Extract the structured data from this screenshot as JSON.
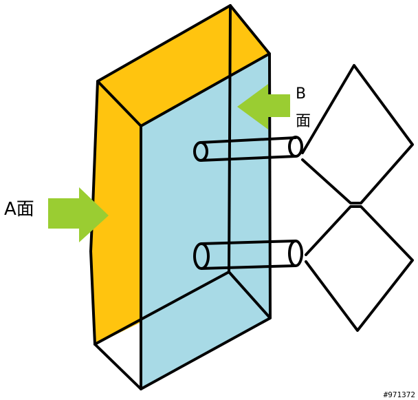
{
  "labels": {
    "face_a": "A面",
    "face_b_letter": "B",
    "face_b_char": "面"
  },
  "watermark": "#971372",
  "colors": {
    "face_a": "#FFC40F",
    "face_b": "#A8DAE6",
    "arrow": "#9ACD32",
    "outline": "#000000"
  }
}
